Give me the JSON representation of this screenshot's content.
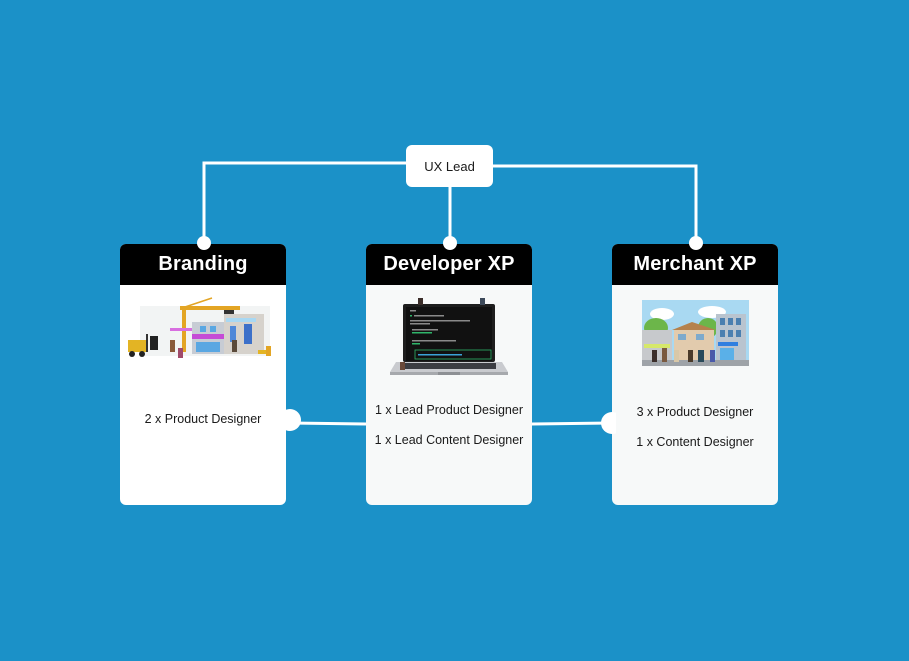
{
  "diagram": {
    "title": "UX team structure",
    "colors": {
      "background": "#1b91c8",
      "connector": "#ffffff",
      "card_header": "#000000",
      "card_body": "#f7f9f9"
    },
    "root": {
      "label": "UX Lead"
    },
    "teams": [
      {
        "name": "Branding",
        "illustration": "construction-site-pixel-art",
        "roles": [
          "2 x Product Designer"
        ]
      },
      {
        "name": "Developer XP",
        "illustration": "laptop-terminal-pixel-art",
        "roles": [
          "1 x Lead Product Designer",
          "1 x Lead Content Designer"
        ]
      },
      {
        "name": "Merchant XP",
        "illustration": "storefront-street-pixel-art",
        "roles": [
          "3 x Product Designer",
          "1 x Content Designer"
        ]
      }
    ],
    "edges": [
      {
        "from": "UX Lead",
        "to": "Branding"
      },
      {
        "from": "UX Lead",
        "to": "Developer XP"
      },
      {
        "from": "UX Lead",
        "to": "Merchant XP"
      },
      {
        "from": "Branding",
        "to": "Developer XP"
      },
      {
        "from": "Developer XP",
        "to": "Merchant XP"
      }
    ]
  }
}
